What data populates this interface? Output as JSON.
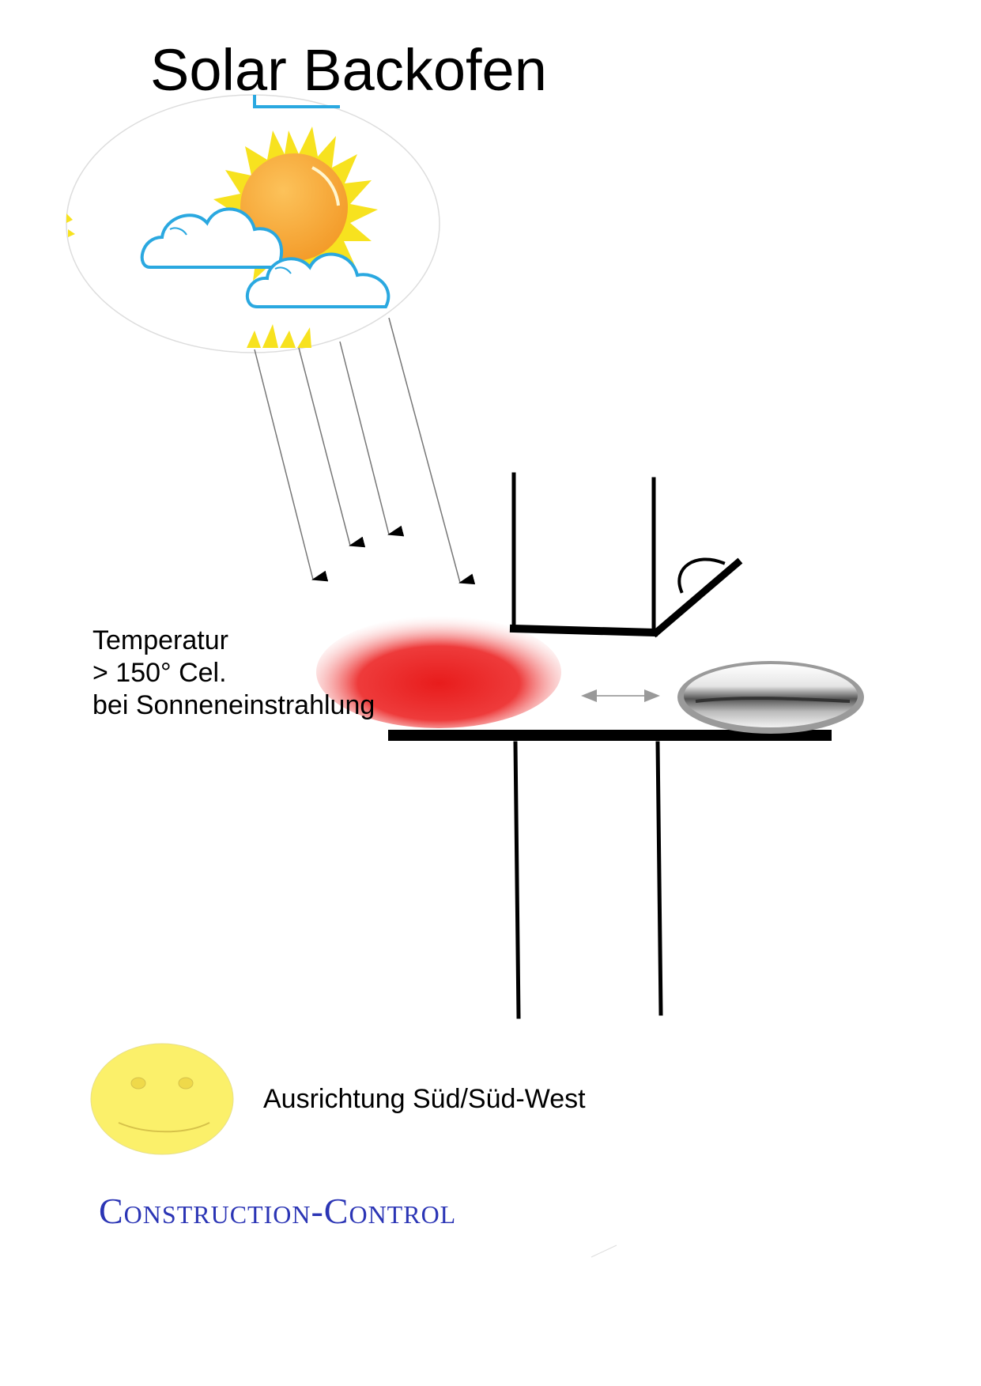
{
  "title": "Solar Backofen",
  "temperature_label": {
    "line1": "Temperatur",
    "line2": "> 150° Cel.",
    "line3": "bei Sonneneinstrahlung"
  },
  "orientation_label": "Ausrichtung Süd/Süd-West",
  "brand": "Construction-Control",
  "colors": {
    "sun": "#f8a83a",
    "sun_rays": "#f7e21f",
    "cloud_outline": "#2aa8e0",
    "heat_zone": "#e81c1c",
    "smiley": "#fbf06a",
    "brand": "#2b35b5"
  },
  "icons": [
    "sun-icon",
    "cloud-icon",
    "smiley-icon",
    "double-arrow-icon"
  ]
}
